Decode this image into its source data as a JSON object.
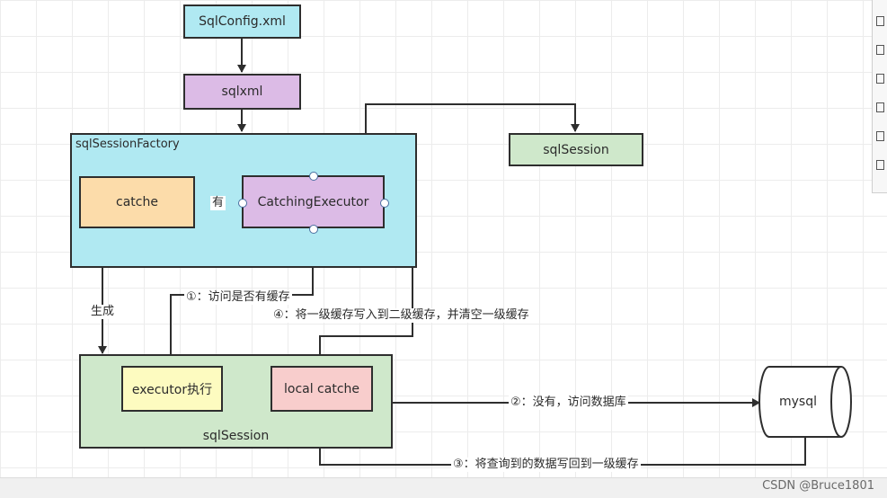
{
  "nodes": {
    "sqlconfig": "SqlConfig.xml",
    "sqlxml": "sqlxml",
    "factory_title": "sqlSessionFactory",
    "catche": "catche",
    "catching_executor": "CatchingExecutor",
    "sqlsession_right": "sqlSession",
    "executor": "executor执行",
    "local_catche": "local catche",
    "sqlsession_bottom": "sqlSession",
    "mysql": "mysql"
  },
  "edge_labels": {
    "you": "有",
    "shengcheng": "生成",
    "step1": "①：访问是否有缓存",
    "step4": "④：将一级缓存写入到二级缓存，并清空一级缓存",
    "step2": "②：没有，访问数据库",
    "step3": "③：将查询到的数据写回到一级缓存"
  },
  "watermark": "CSDN @Bruce1801",
  "colors": {
    "cyan": "#b0e9f2",
    "purple": "#dcbbe6",
    "green": "#cfe8cb",
    "orange": "#fcdcaa",
    "yellow": "#fdfbc0",
    "pink": "#f8cdcc"
  }
}
